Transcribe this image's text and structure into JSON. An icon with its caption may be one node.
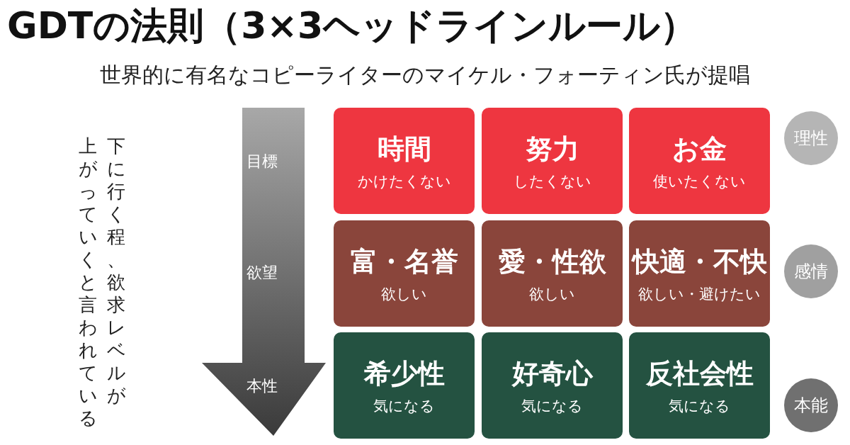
{
  "diagram": {
    "title": "GDTの法則（3×3ヘッドラインルール）",
    "nodes": [
      {
        "text": [
          "時間",
          "かけたくない"
        ]
      },
      {
        "text": [
          "努力",
          "したくない"
        ]
      },
      {
        "text": [
          "お金",
          "使いたくない"
        ]
      },
      {
        "text": [
          "理性"
        ]
      },
      {
        "text": [
          "富・名誉",
          "欲しい"
        ]
      },
      {
        "text": [
          "愛・性欲",
          "欲しい"
        ]
      },
      {
        "text": [
          "快適・不快",
          "欲しい・避けたい"
        ]
      },
      {
        "text": [
          "感情"
        ]
      },
      {
        "text": [
          "希少性",
          "気になる"
        ]
      },
      {
        "text": [
          "好奇心",
          "気になる"
        ]
      },
      {
        "text": [
          "反社会性",
          "気になる"
        ]
      },
      {
        "text": [
          "本能"
        ]
      }
    ],
    "edges": [],
    "labels": [
      "世界的に有名なコピーライターのマイケル・フォーティン氏が提唱",
      "下に行く程、欲求レベルが",
      "上がっていくと言われている",
      "目標",
      "欲望",
      "本性"
    ]
  }
}
